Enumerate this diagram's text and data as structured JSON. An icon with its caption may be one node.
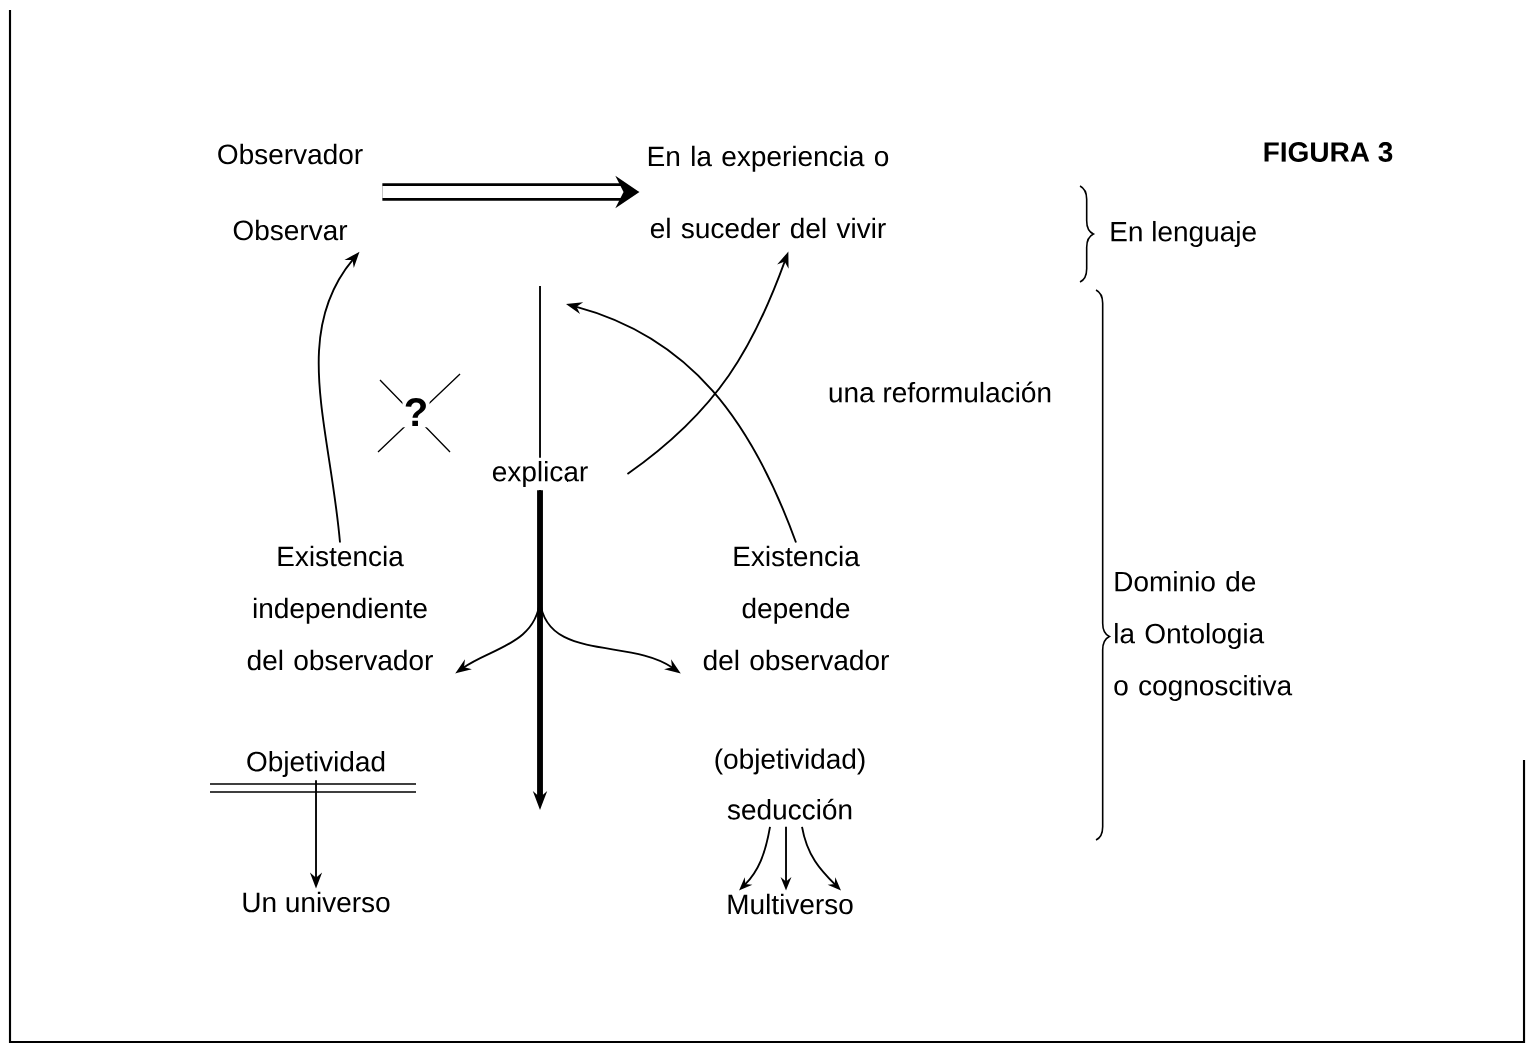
{
  "diagram": {
    "title": "FIGURA 3",
    "nodes": [
      {
        "text": [
          "Observador",
          "Observar"
        ]
      },
      {
        "text": [
          "En la experiencia o el suceder del vivir"
        ]
      },
      {
        "text": [
          "explicar"
        ]
      },
      {
        "text": [
          "Existencia independiente del observador"
        ]
      },
      {
        "text": [
          "Existencia depende del observador"
        ]
      },
      {
        "text": [
          "Objetividad"
        ]
      },
      {
        "text": [
          "Un universo"
        ]
      },
      {
        "text": [
          "(objetividad) seducción"
        ]
      },
      {
        "text": [
          "Multiverso"
        ]
      }
    ],
    "edges": [
      {
        "from": 0,
        "to": 1,
        "arrow": "to",
        "style": "thick"
      },
      {
        "from": null,
        "to": 2,
        "arrow": "none"
      },
      {
        "from": 2,
        "to": null,
        "arrow": "to",
        "style": "thick"
      },
      {
        "from": 2,
        "to": 3,
        "arrow": "to"
      },
      {
        "from": 2,
        "to": 4,
        "arrow": "to"
      },
      {
        "from": 3,
        "to": 0,
        "arrow": "to"
      },
      {
        "from": 4,
        "to": null,
        "arrow": "to"
      },
      {
        "from": 2,
        "to": 1,
        "arrow": "to",
        "label": "una reformulación"
      },
      {
        "from": 5,
        "to": 6,
        "arrow": "to"
      },
      {
        "from": 7,
        "to": 8,
        "arrow": "to"
      },
      {
        "from": 7,
        "to": 8,
        "arrow": "to"
      },
      {
        "from": 7,
        "to": 8,
        "arrow": "to"
      }
    ],
    "labels": [
      "?",
      "En lenguaje",
      "Dominio de la Ontologia o cognoscitiva"
    ]
  }
}
